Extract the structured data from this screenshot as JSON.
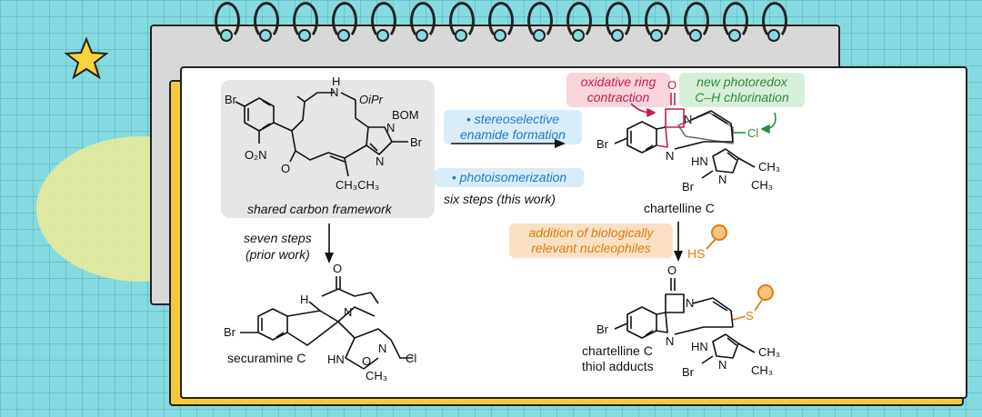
{
  "left_top": {
    "caption": "shared carbon framework",
    "atoms": {
      "br": "Br",
      "no2": "O₂N",
      "o": "O",
      "nh": "N",
      "h": "H",
      "oipr": "OiPr",
      "bom": "BOM",
      "n1": "N",
      "n2": "N",
      "br2": "Br",
      "me": "CH₃CH₃"
    }
  },
  "arrow_top": {
    "step1": "• stereoselective\nenamide formation",
    "step2": "• photoisomerization",
    "note": "six steps (this work)"
  },
  "arrow_down_left": {
    "note": "seven steps\n(prior work)"
  },
  "securamine": {
    "name": "securamine C",
    "atoms": {
      "o": "O",
      "h": "H",
      "br": "Br",
      "n": "N",
      "hn": "HN",
      "n2": "N",
      "cl": "Cl",
      "o2": "O",
      "me": "CH₃"
    }
  },
  "chartelline": {
    "name": "chartelline C",
    "tag_red": "oxidative ring\ncontraction",
    "tag_green": "new photoredox\nC–H chlorination",
    "atoms": {
      "o": "O",
      "n": "N",
      "br": "Br",
      "n2": "N",
      "cl": "Cl",
      "hn": "HN",
      "n3": "N",
      "br2": "Br",
      "me1": "CH₃",
      "me2": "CH₃"
    },
    "colors": {
      "red": "#c51e48",
      "green": "#2e8b3e",
      "blue": "#9cc8ee"
    }
  },
  "adduct_step": {
    "tag_orange": "addition of biologically\nrelevant nucleophiles",
    "hs": "HS",
    "color": "#e07b12"
  },
  "adduct": {
    "name": "chartelline C\nthiol adducts",
    "atoms": {
      "o": "O",
      "n": "N",
      "br": "Br",
      "n2": "N",
      "s": "S",
      "hn": "HN",
      "n3": "N",
      "br2": "Br",
      "me1": "CH₃",
      "me2": "CH₃"
    }
  }
}
